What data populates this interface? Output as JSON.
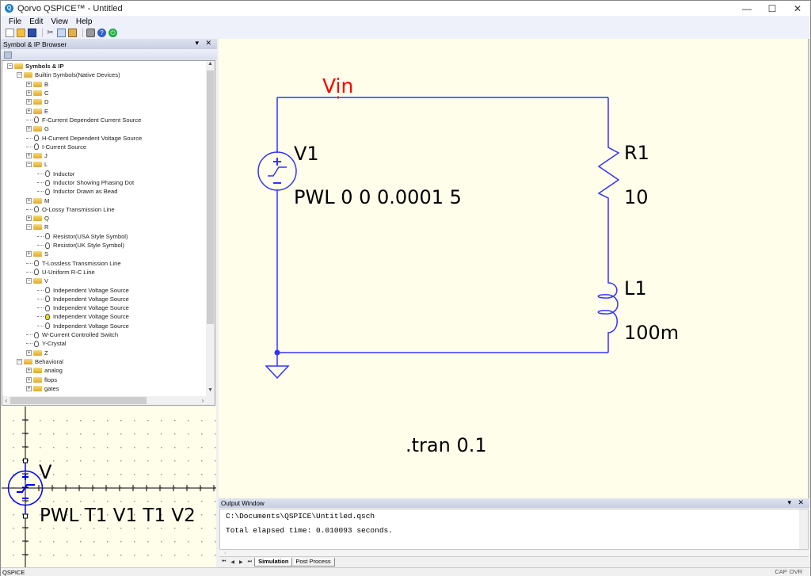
{
  "window": {
    "title": "Qorvo QSPICE™ - Untitled",
    "app_icon": "qspice-logo-icon",
    "controls": {
      "minimize": "—",
      "maximize": "☐",
      "close": "✕"
    }
  },
  "menu": {
    "items": [
      {
        "label": "File",
        "accel": "F"
      },
      {
        "label": "Edit",
        "accel": "E"
      },
      {
        "label": "View",
        "accel": "V"
      },
      {
        "label": "Help",
        "accel": "H"
      }
    ]
  },
  "toolbar": {
    "buttons": [
      "new-icon",
      "open-icon",
      "save-icon",
      "cut-icon",
      "copy-icon",
      "paste-icon",
      "print-icon",
      "help-icon",
      "power-icon"
    ]
  },
  "symbol_browser": {
    "title": "Symbol & IP Browser",
    "controls": "▾ ✕",
    "tree": [
      {
        "level": 0,
        "type": "folder",
        "expanded": true,
        "label": "Symbols & IP"
      },
      {
        "level": 1,
        "type": "folder",
        "expanded": true,
        "label": "Builtin Symbols(Native Devices)"
      },
      {
        "level": 2,
        "type": "folder",
        "expanded": false,
        "label": "B"
      },
      {
        "level": 2,
        "type": "folder",
        "expanded": false,
        "label": "C"
      },
      {
        "level": 2,
        "type": "folder",
        "expanded": false,
        "label": "D"
      },
      {
        "level": 2,
        "type": "folder",
        "expanded": false,
        "label": "E"
      },
      {
        "level": 2,
        "type": "leaf",
        "label": "F-Current Dependent Current Source"
      },
      {
        "level": 2,
        "type": "folder",
        "expanded": false,
        "label": "G"
      },
      {
        "level": 2,
        "type": "leaf",
        "label": "H-Current Dependent Voltage Source"
      },
      {
        "level": 2,
        "type": "leaf",
        "label": "I-Current Source"
      },
      {
        "level": 2,
        "type": "folder",
        "expanded": false,
        "label": "J"
      },
      {
        "level": 2,
        "type": "folder",
        "expanded": true,
        "label": "L"
      },
      {
        "level": 3,
        "type": "leaf",
        "label": "Inductor"
      },
      {
        "level": 3,
        "type": "leaf",
        "label": "Inductor Showing Phasing Dot"
      },
      {
        "level": 3,
        "type": "leaf",
        "label": "Inductor Drawn as Bead"
      },
      {
        "level": 2,
        "type": "folder",
        "expanded": false,
        "label": "M"
      },
      {
        "level": 2,
        "type": "leaf",
        "label": "O-Lossy Transmission Line"
      },
      {
        "level": 2,
        "type": "folder",
        "expanded": false,
        "label": "Q"
      },
      {
        "level": 2,
        "type": "folder",
        "expanded": true,
        "label": "R"
      },
      {
        "level": 3,
        "type": "leaf",
        "label": "Resistor(USA Style Symbol)"
      },
      {
        "level": 3,
        "type": "leaf",
        "label": "Resistor(UK Style Symbol)"
      },
      {
        "level": 2,
        "type": "folder",
        "expanded": false,
        "label": "S"
      },
      {
        "level": 2,
        "type": "leaf",
        "label": "T-Lossless Transmission Line"
      },
      {
        "level": 2,
        "type": "leaf",
        "label": "U-Uniform R-C Line"
      },
      {
        "level": 2,
        "type": "folder",
        "expanded": true,
        "label": "V"
      },
      {
        "level": 3,
        "type": "leaf",
        "label": "Independent Voltage Source"
      },
      {
        "level": 3,
        "type": "leaf",
        "label": "Independent Voltage Source"
      },
      {
        "level": 3,
        "type": "leaf",
        "label": "Independent Voltage Source"
      },
      {
        "level": 3,
        "type": "leaf",
        "label": "Independent Voltage Source",
        "selected": true
      },
      {
        "level": 3,
        "type": "leaf",
        "label": "Independent Voltage Source"
      },
      {
        "level": 2,
        "type": "leaf",
        "label": "W-Current Controlled Switch"
      },
      {
        "level": 2,
        "type": "leaf",
        "label": "Y-Crystal"
      },
      {
        "level": 2,
        "type": "folder",
        "expanded": false,
        "label": "Z"
      },
      {
        "level": 1,
        "type": "folder",
        "expanded": true,
        "label": "Behavioral"
      },
      {
        "level": 2,
        "type": "folder",
        "expanded": false,
        "label": "analog"
      },
      {
        "level": 2,
        "type": "folder",
        "expanded": false,
        "label": "flops"
      },
      {
        "level": 2,
        "type": "folder",
        "expanded": false,
        "label": "gates"
      }
    ]
  },
  "symbol_preview": {
    "ref": "V",
    "value": "PWL T1 V1 T1 V2"
  },
  "schematic": {
    "net_label": "Vin",
    "net_label_color": "#ff0000",
    "wire_color": "#3333ff",
    "text_color": "#000000",
    "components": {
      "source": {
        "ref": "V1",
        "value": "PWL 0 0 0.0001 5"
      },
      "resistor": {
        "ref": "R1",
        "value": "10"
      },
      "inductor": {
        "ref": "L1",
        "value": "100m"
      }
    },
    "directive": ".tran 0.1"
  },
  "output_window": {
    "title": "Output Window",
    "controls": "▾ ✕",
    "lines": [
      "C:\\Documents\\QSPICE\\Untitled.qsch",
      "Total elapsed time: 0.010093 seconds."
    ],
    "tabs": [
      {
        "label": "Simulation",
        "active": true
      },
      {
        "label": "Post Process",
        "active": false
      }
    ],
    "tab_nav": [
      "⏮",
      "◀",
      "▶",
      "⏭"
    ]
  },
  "statusbar": {
    "text": "QSPICE",
    "indicators": [
      "CAP",
      "OVR"
    ]
  }
}
